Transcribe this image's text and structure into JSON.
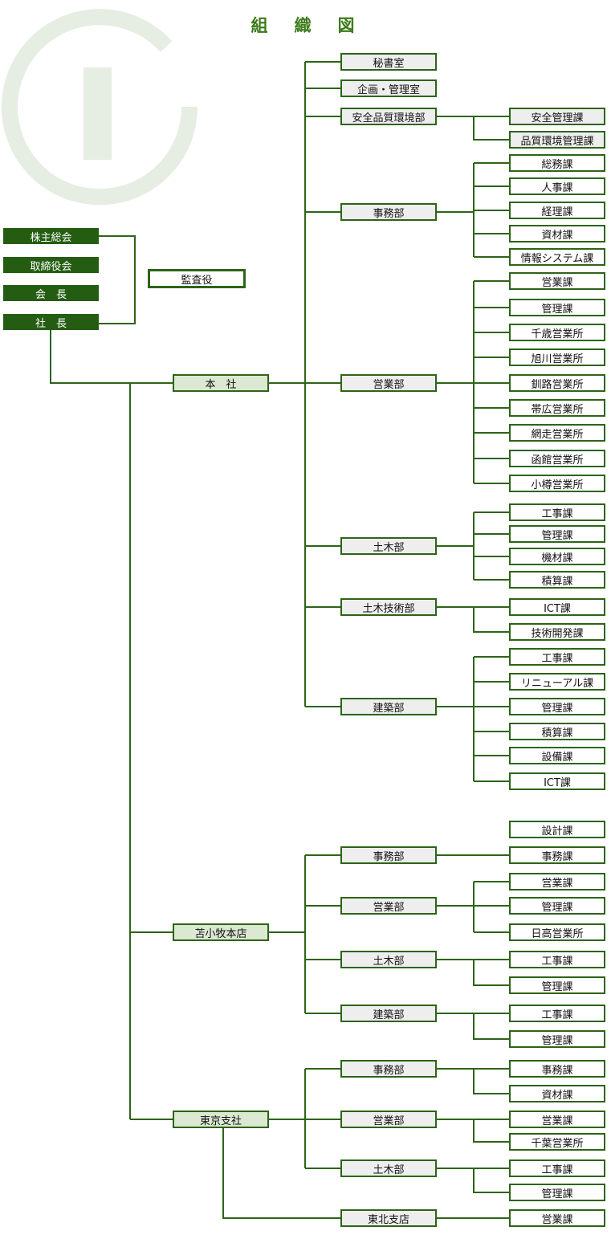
{
  "title": "組　織　図",
  "colors": {
    "line": "#2d6417",
    "dark_box": "#245d12",
    "light_box": "#dbe8d2",
    "gray_box": "#eeeeee",
    "logo": "#e6ede2",
    "title": "#3d7a1c"
  },
  "logo": "company-logo-watermark",
  "governance": {
    "shareholders": "株主総会",
    "board": "取締役会",
    "chairman": "会　長",
    "president": "社　長",
    "auditor": "監査役"
  },
  "branches": {
    "hq": "本　社",
    "tomakomai": "苫小牧本店",
    "tokyo": "東京支社"
  },
  "hq": {
    "secretary": "秘書室",
    "planning": "企画・管理室",
    "safety": {
      "name": "安全品質環境部",
      "sections": [
        "安全管理課",
        "品質環境管理課"
      ]
    },
    "admin": {
      "name": "事務部",
      "sections": [
        "総務課",
        "人事課",
        "経理課",
        "資材課",
        "情報システム課"
      ]
    },
    "sales": {
      "name": "営業部",
      "sections": [
        "営業課",
        "管理課",
        "千歳営業所",
        "旭川営業所",
        "釧路営業所",
        "帯広営業所",
        "網走営業所",
        "函館営業所",
        "小樽営業所"
      ]
    },
    "civil": {
      "name": "土木部",
      "sections": [
        "工事課",
        "管理課",
        "機材課",
        "積算課"
      ]
    },
    "civil_tech": {
      "name": "土木技術部",
      "sections": [
        "ICT課",
        "技術開発課"
      ]
    },
    "arch": {
      "name": "建築部",
      "sections": [
        "工事課",
        "リニューアル課",
        "管理課",
        "積算課",
        "設備課",
        "ICT課"
      ]
    }
  },
  "tomakomai": {
    "design": "設計課",
    "admin": {
      "name": "事務部",
      "sections": [
        "事務課"
      ]
    },
    "sales": {
      "name": "営業部",
      "sections": [
        "営業課",
        "管理課",
        "日高営業所"
      ]
    },
    "civil": {
      "name": "土木部",
      "sections": [
        "工事課",
        "管理課"
      ]
    },
    "arch": {
      "name": "建築部",
      "sections": [
        "工事課",
        "管理課"
      ]
    }
  },
  "tokyo": {
    "admin": {
      "name": "事務部",
      "sections": [
        "事務課",
        "資材課"
      ]
    },
    "sales": {
      "name": "営業部",
      "sections": [
        "営業課",
        "千葉営業所"
      ]
    },
    "civil": {
      "name": "土木部",
      "sections": [
        "工事課",
        "管理課"
      ]
    },
    "tohoku": {
      "name": "東北支店",
      "sections": [
        "営業課"
      ]
    }
  }
}
